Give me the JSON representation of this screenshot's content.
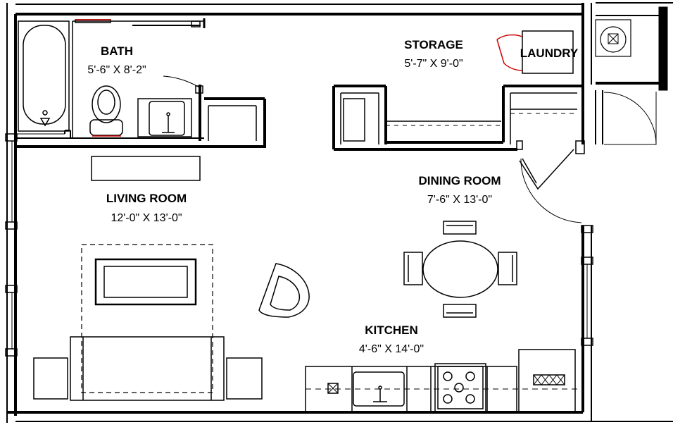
{
  "rooms": {
    "bath": {
      "name": "BATH",
      "dims": "5'-6\" X 8'-2\""
    },
    "storage": {
      "name": "STORAGE",
      "dims": "5'-7\" X 9'-0\""
    },
    "laundry": {
      "name": "LAUNDRY"
    },
    "living": {
      "name": "LIVING ROOM",
      "dims": "12'-0\" X 13'-0\""
    },
    "dining": {
      "name": "DINING ROOM",
      "dims": "7'-6\" X 13'-0\""
    },
    "kitchen": {
      "name": "KITCHEN",
      "dims": "4'-6\" X 14'-0\""
    }
  },
  "colors": {
    "line": "#000000",
    "door_swing_red": "#cc0000",
    "wall_fill": "#000000"
  }
}
